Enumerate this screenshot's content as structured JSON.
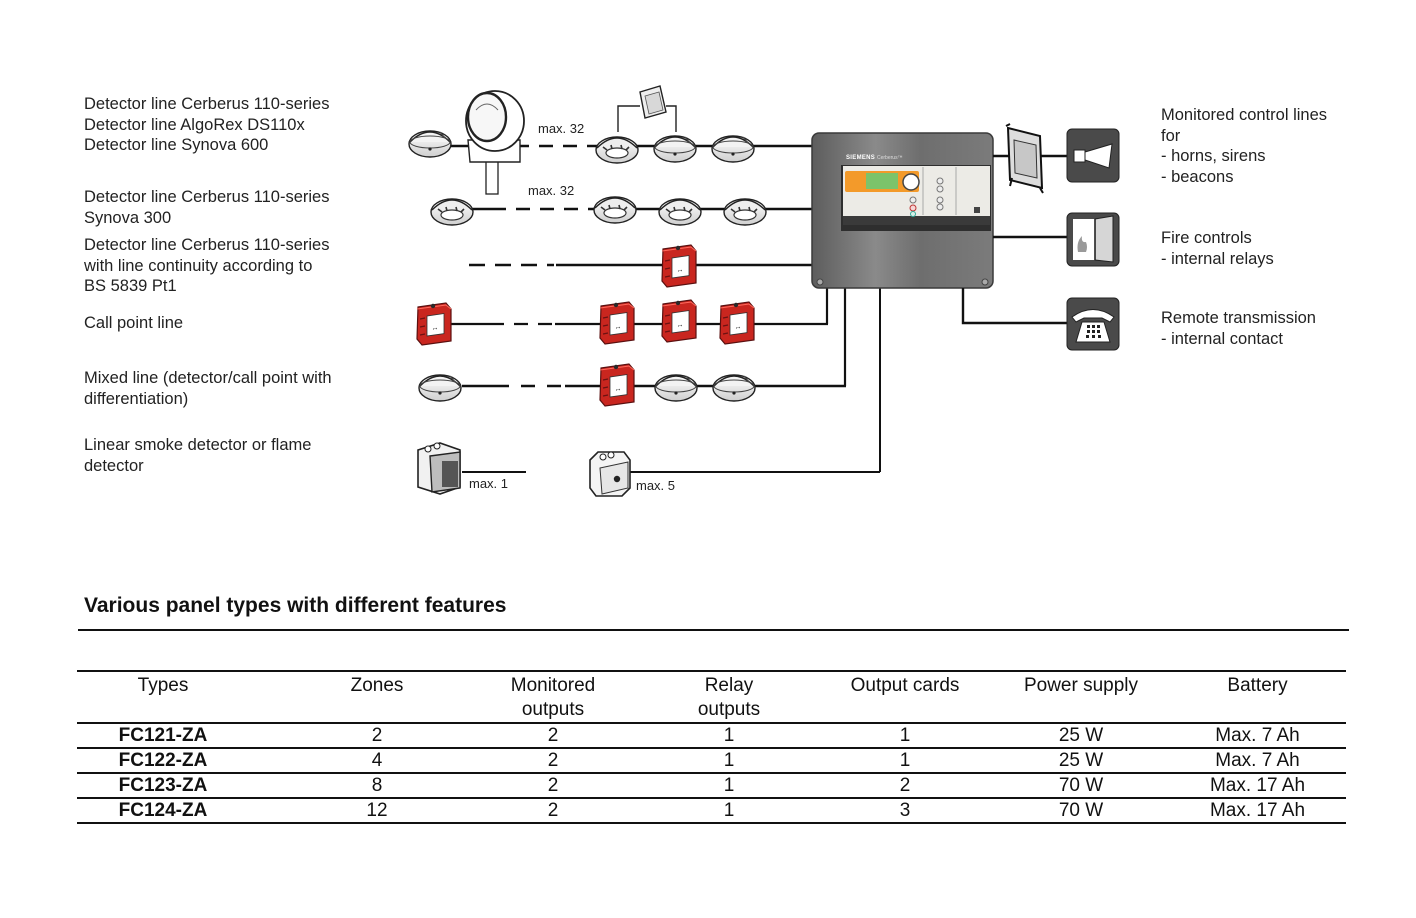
{
  "diagram": {
    "line_labels": [
      [
        "Detector line Cerberus 110-series",
        "Detector line AlgoRex DS110x",
        "Detector line Synova 600"
      ],
      [
        "Detector line Cerberus 110-series",
        "Synova 300"
      ],
      [
        "Detector line Cerberus 110-series",
        "with line continuity according to",
        "BS 5839 Pt1"
      ],
      [
        "Call point line"
      ],
      [
        "Mixed line (detector/call point with",
        "differentiation)"
      ],
      [
        "Linear smoke detector or flame",
        "detector"
      ]
    ],
    "max_labels": {
      "line1": "max. 32",
      "line2": "max. 32",
      "linear": "max. 1",
      "flame": "max. 5"
    },
    "panel": {
      "brand": "SIEMENS",
      "product": "Cerberus™"
    },
    "outputs": [
      {
        "icon": "horn-icon",
        "lines": [
          "Monitored control lines",
          "for",
          "- horns, sirens",
          "- beacons"
        ]
      },
      {
        "icon": "fire-door-icon",
        "lines": [
          "Fire controls",
          "- internal relays"
        ]
      },
      {
        "icon": "telephone-icon",
        "lines": [
          "Remote transmission",
          "- internal contact"
        ]
      }
    ],
    "colors": {
      "call_point_red": "#d42a23",
      "panel_grey": "#6b6b6b",
      "icon_box": "#4a4a4a",
      "display_orange": "#f39a2a",
      "display_green": "#7cc36a"
    }
  },
  "table": {
    "title": "Various panel types with different features",
    "headers": [
      "Types",
      "Zones",
      "Monitored outputs",
      "Relay outputs",
      "Output cards",
      "Power supply",
      "Battery"
    ],
    "header_lines": [
      [
        "Types"
      ],
      [
        "Zones"
      ],
      [
        "Monitored",
        "outputs"
      ],
      [
        "Relay",
        "outputs"
      ],
      [
        "Output cards"
      ],
      [
        "Power supply"
      ],
      [
        "Battery"
      ]
    ],
    "rows": [
      [
        "FC121-ZA",
        "2",
        "2",
        "1",
        "1",
        "25 W",
        "Max. 7 Ah"
      ],
      [
        "FC122-ZA",
        "4",
        "2",
        "1",
        "1",
        "25 W",
        "Max. 7 Ah"
      ],
      [
        "FC123-ZA",
        "8",
        "2",
        "1",
        "2",
        "70 W",
        "Max. 17 Ah"
      ],
      [
        "FC124-ZA",
        "12",
        "2",
        "1",
        "3",
        "70 W",
        "Max. 17 Ah"
      ]
    ]
  }
}
